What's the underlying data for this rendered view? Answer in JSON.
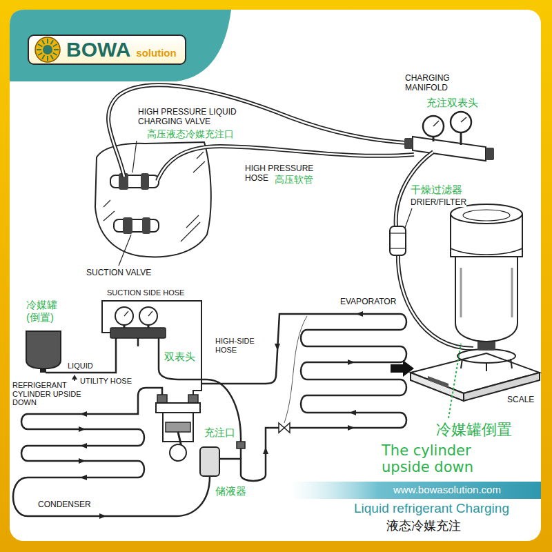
{
  "diagram": {
    "caption": "Liquid refrigerant Charging",
    "nodes": [
      {
        "text": [
          "BOWA",
          "solution"
        ]
      }
    ],
    "labels": [
      "CHARGING MANIFOLD",
      "充注双表头",
      "HIGH PRESSURE LIQUID CHARGING VALVE",
      "高压液态冷媒充注口",
      "HIGH PRESSURE HOSE",
      "高压软管",
      "干燥过滤器",
      "DRIER/FILTER",
      "SUCTION VALVE",
      "SUCTION SIDE HOSE",
      "冷媒罐 (倒置)",
      "EVAPORATOR",
      "HIGH-SIDE HOSE",
      "LIQUID",
      "双表头",
      "REFRIGERANT CYLINDER UPSIDE DOWN",
      "UTILITY HOSE",
      "SCALE",
      "冷媒罐倒置",
      "The cylinder upside down",
      "充注口",
      "储液器",
      "CONDENSER",
      "www.bowasolution.com",
      "液态冷媒充注"
    ]
  }
}
